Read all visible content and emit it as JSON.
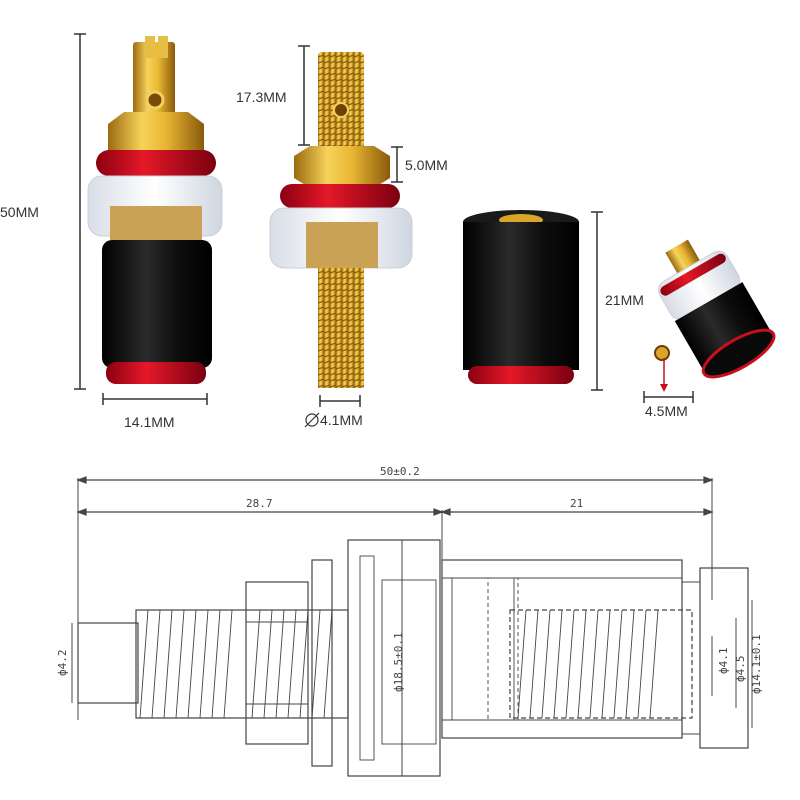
{
  "photo_labels": {
    "total_height": "50MM",
    "base_diameter": "14.1MM",
    "thread_length": "17.3MM",
    "nut_height": "5.0MM",
    "thread_diameter": "4.1MM",
    "cap_height": "21MM",
    "hole_diameter": "4.5MM"
  },
  "drawing_labels": {
    "overall_length": "50±0.2",
    "left_length": "28.7",
    "right_length": "21",
    "pin_diameter": "ф4.2",
    "flange_diameter": "ф18.5±0.1",
    "bore_diameter": "ф4.1",
    "hole_diameter": "ф4.5",
    "cap_diameter": "ф14.1±0.1"
  },
  "colors": {
    "gold": "#d9a62a",
    "red_ring": "#c8101c",
    "black_cap": "#111111",
    "line": "#444444"
  }
}
